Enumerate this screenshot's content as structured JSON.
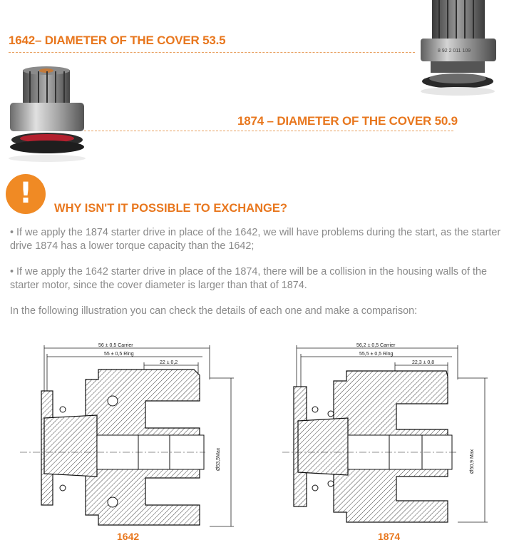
{
  "headline_1642": "1642– DIAMETER OF THE COVER 53.5",
  "headline_1874": "1874 – DIAMETER OF THE COVER 50.9",
  "why_title": "WHY ISN'T IT POSSIBLE TO EXCHANGE?",
  "alert_icon_symbol": "!",
  "paragraph_1": "• If we apply the 1874 starter drive in place of the 1642, we will have problems during the start, as the starter drive 1874 has a lower torque capacity than the 1642;",
  "paragraph_2": "• If we apply the 1642 starter drive in place of the 1874, there will be a collision in the housing walls of the starter motor, since the cover diameter is larger than that of 1874.",
  "paragraph_3": "In the following illustration you can check the details of each one and make a comparison:",
  "drawing_1642": {
    "carrier": "56 ± 0,5 Carrier",
    "ring": "55 ± 0,5 Ring",
    "depth": "22 ± 0,2",
    "diameter": "Ø53,5Max",
    "label": "1642"
  },
  "drawing_1874": {
    "carrier": "56,2 ± 0,5 Carrier",
    "ring": "55,5 ± 0,5 Ring",
    "depth": "22,3 ± 0,8",
    "diameter": "Ø50,9 Max",
    "label": "1874"
  },
  "photo_1874_engraving": "8 92 2 011 109",
  "colors": {
    "accent": "#e8771e",
    "body_text": "#8a8a8a",
    "alert": "#f08a24"
  }
}
